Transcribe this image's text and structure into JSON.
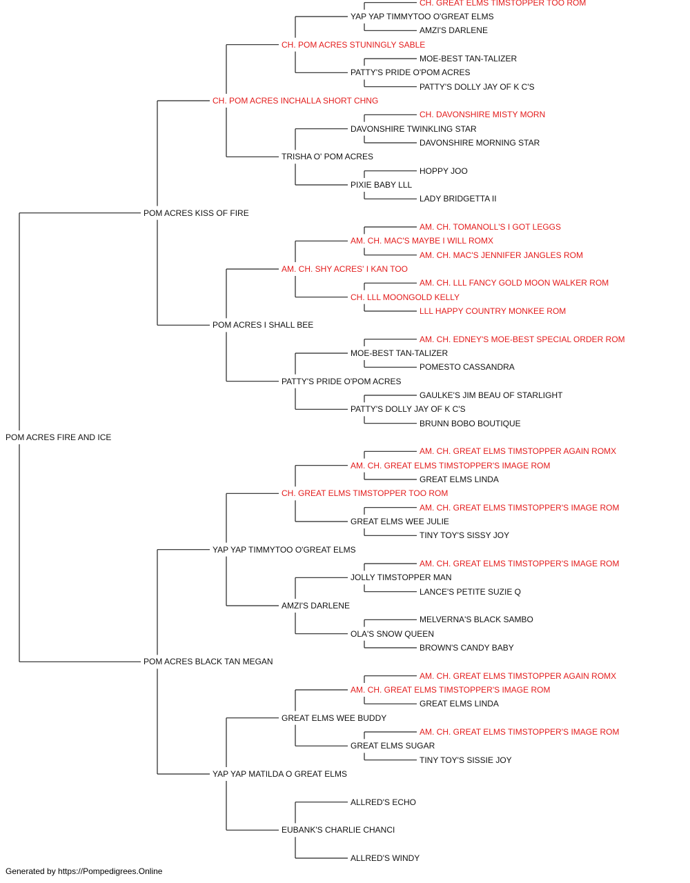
{
  "colors": {
    "champion": "#e31b1b",
    "normal": "#111111",
    "line": "#222222"
  },
  "pedigree": {
    "name": "POM ACRES FIRE AND ICE",
    "ch": false,
    "sire": {
      "name": "POM ACRES KISS OF FIRE",
      "ch": false,
      "sire": {
        "name": "CH. POM ACRES INCHALLA SHORT CHNG",
        "ch": true,
        "sire": {
          "name": "CH. POM ACRES STUNINGLY SABLE",
          "ch": true,
          "sire": {
            "name": "YAP YAP TIMMYTOO O'GREAT ELMS",
            "ch": false,
            "sire": {
              "name": "CH. GREAT ELMS TIMSTOPPER TOO ROM",
              "ch": true
            },
            "dam": {
              "name": "AMZI'S DARLENE",
              "ch": false
            }
          },
          "dam": {
            "name": "PATTY'S PRIDE O'POM ACRES",
            "ch": false,
            "sire": {
              "name": "MOE-BEST TAN-TALIZER",
              "ch": false
            },
            "dam": {
              "name": "PATTY'S DOLLY JAY OF K C'S",
              "ch": false
            }
          }
        },
        "dam": {
          "name": "TRISHA O' POM ACRES",
          "ch": false,
          "sire": {
            "name": "DAVONSHIRE TWINKLING STAR",
            "ch": false,
            "sire": {
              "name": "CH. DAVONSHIRE MISTY MORN",
              "ch": true
            },
            "dam": {
              "name": "DAVONSHIRE MORNING STAR",
              "ch": false
            }
          },
          "dam": {
            "name": "PIXIE BABY LLL",
            "ch": false,
            "sire": {
              "name": "HOPPY JOO",
              "ch": false
            },
            "dam": {
              "name": "LADY BRIDGETTA II",
              "ch": false
            }
          }
        }
      },
      "dam": {
        "name": "POM ACRES I SHALL BEE",
        "ch": false,
        "sire": {
          "name": "AM. CH. SHY ACRES' I KAN TOO",
          "ch": true,
          "sire": {
            "name": "AM. CH. MAC'S MAYBE I WILL ROMX",
            "ch": true,
            "sire": {
              "name": "AM. CH. TOMANOLL'S I GOT LEGGS",
              "ch": true
            },
            "dam": {
              "name": "AM. CH. MAC'S JENNIFER JANGLES ROM",
              "ch": true
            }
          },
          "dam": {
            "name": "CH. LLL MOONGOLD KELLY",
            "ch": true,
            "sire": {
              "name": "AM. CH. LLL FANCY GOLD MOON WALKER ROM",
              "ch": true
            },
            "dam": {
              "name": "LLL HAPPY COUNTRY MONKEE ROM",
              "ch": true
            }
          }
        },
        "dam": {
          "name": "PATTY'S PRIDE O'POM ACRES",
          "ch": false,
          "sire": {
            "name": "MOE-BEST TAN-TALIZER",
            "ch": false,
            "sire": {
              "name": "AM. CH. EDNEY'S MOE-BEST SPECIAL ORDER ROM",
              "ch": true
            },
            "dam": {
              "name": "POMESTO CASSANDRA",
              "ch": false
            }
          },
          "dam": {
            "name": "PATTY'S DOLLY JAY OF K C'S",
            "ch": false,
            "sire": {
              "name": "GAULKE'S JIM BEAU OF STARLIGHT",
              "ch": false
            },
            "dam": {
              "name": "BRUNN BOBO BOUTIQUE",
              "ch": false
            }
          }
        }
      }
    },
    "dam": {
      "name": "POM ACRES BLACK TAN MEGAN",
      "ch": false,
      "sire": {
        "name": "YAP YAP TIMMYTOO O'GREAT ELMS",
        "ch": false,
        "sire": {
          "name": "CH. GREAT ELMS TIMSTOPPER TOO ROM",
          "ch": true,
          "sire": {
            "name": "AM. CH. GREAT ELMS TIMSTOPPER'S IMAGE ROM",
            "ch": true,
            "sire": {
              "name": "AM. CH. GREAT ELMS TIMSTOPPER AGAIN ROMX",
              "ch": true
            },
            "dam": {
              "name": "GREAT ELMS LINDA",
              "ch": false
            }
          },
          "dam": {
            "name": "GREAT ELMS WEE JULIE",
            "ch": false,
            "sire": {
              "name": "AM. CH. GREAT ELMS TIMSTOPPER'S IMAGE ROM",
              "ch": true
            },
            "dam": {
              "name": "TINY TOY'S SISSY JOY",
              "ch": false
            }
          }
        },
        "dam": {
          "name": "AMZI'S DARLENE",
          "ch": false,
          "sire": {
            "name": "JOLLY TIMSTOPPER MAN",
            "ch": false,
            "sire": {
              "name": "AM. CH. GREAT ELMS TIMSTOPPER'S IMAGE ROM",
              "ch": true
            },
            "dam": {
              "name": "LANCE'S PETITE SUZIE Q",
              "ch": false
            }
          },
          "dam": {
            "name": "OLA'S SNOW QUEEN",
            "ch": false,
            "sire": {
              "name": "MELVERNA'S BLACK SAMBO",
              "ch": false
            },
            "dam": {
              "name": "BROWN'S CANDY BABY",
              "ch": false
            }
          }
        }
      },
      "dam": {
        "name": "YAP YAP MATILDA O GREAT ELMS",
        "ch": false,
        "sire": {
          "name": "GREAT ELMS WEE BUDDY",
          "ch": false,
          "sire": {
            "name": "AM. CH. GREAT ELMS TIMSTOPPER'S IMAGE ROM",
            "ch": true,
            "sire": {
              "name": "AM. CH. GREAT ELMS TIMSTOPPER AGAIN ROMX",
              "ch": true
            },
            "dam": {
              "name": "GREAT ELMS LINDA",
              "ch": false
            }
          },
          "dam": {
            "name": "GREAT ELMS SUGAR",
            "ch": false,
            "sire": {
              "name": "AM. CH. GREAT ELMS TIMSTOPPER'S IMAGE ROM",
              "ch": true
            },
            "dam": {
              "name": "TINY TOY'S SISSIE JOY",
              "ch": false
            }
          }
        },
        "dam": {
          "name": "EUBANK'S CHARLIE CHANCI",
          "ch": false,
          "sire": {
            "name": "ALLRED'S ECHO",
            "ch": false
          },
          "dam": {
            "name": "ALLRED'S WINDY",
            "ch": false
          }
        }
      }
    }
  },
  "footer": "Generated by https://Pompedigrees.Online"
}
